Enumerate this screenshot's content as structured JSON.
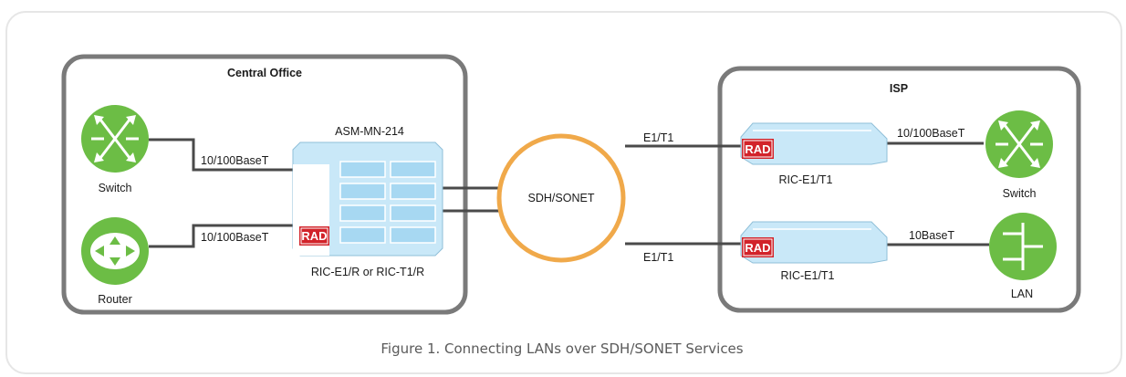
{
  "diagram": {
    "central_office": {
      "title": "Central Office"
    },
    "isp": {
      "title": "ISP"
    },
    "devices": {
      "switch_left": "Switch",
      "router_left": "Router",
      "asm": "ASM-MN-214",
      "ric_r": "RIC-E1/R or RIC-T1/R",
      "ric_top": "RIC-E1/T1",
      "ric_bottom": "RIC-E1/T1",
      "switch_right": "Switch",
      "lan": "LAN"
    },
    "network": "SDH/SONET",
    "links": {
      "switch_left": "10/100BaseT",
      "router_left": "10/100BaseT",
      "e1_top": "E1/T1",
      "e1_bottom": "E1/T1",
      "switch_right": "10/100BaseT",
      "lan": "10BaseT"
    },
    "brand": "RAD",
    "caption": "Figure 1.  Connecting LANs over SDH/SONET Services"
  },
  "colors": {
    "green": "#6cbd45",
    "ring": "#f0a94a",
    "device_blue": "#c9e8f8",
    "panel_blue": "#a7d8f2",
    "rad_red": "#d2232a",
    "box_border": "#7a7a7a"
  }
}
